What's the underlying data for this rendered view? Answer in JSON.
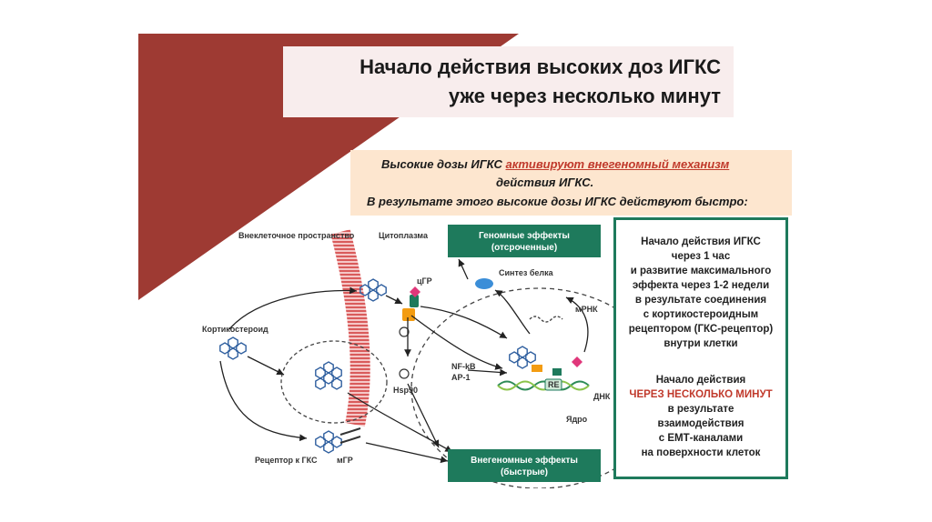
{
  "title": {
    "line1": "Начало действия высоких доз ИГКС",
    "line2": "уже через несколько минут"
  },
  "subtitle": {
    "line1_before": "Высокие дозы ИГКС ",
    "line1_accent": "активируют внегеномный механизм",
    "line2": "действия ИГКС.",
    "line3": "В результате этого высокие дозы ИГКС действуют быстро:"
  },
  "diagram": {
    "label_extracellular": "Внеклеточное пространство",
    "label_cytoplasm": "Цитоплазма",
    "label_corticosteroid": "Кортикостероид",
    "label_receptor": "Рецептор к ГКС",
    "label_mgr": "мГР",
    "label_cgr": "цГР",
    "label_hsp90": "Hsp90",
    "label_protein_synthesis": "Синтез белка",
    "label_mrna": "мРНК",
    "label_nfkb": "NF-kB",
    "label_ap1": "AP-1",
    "label_dna": "ДНК",
    "label_nucleus": "Ядро",
    "label_re": "RE",
    "genomic_line1": "Геномные эффекты",
    "genomic_line2": "(отсроченные)",
    "nongenomic_line1": "Внегеномные эффекты",
    "nongenomic_line2": "(быстрые)"
  },
  "right_box": {
    "block1": [
      "Начало действия ИГКС",
      "через 1 час",
      "и развитие максимального",
      "эффекта через 1-2 недели",
      "в результате соединения",
      "с кортикостероидным",
      "рецептором (ГКС-рецептор)",
      "внутри клетки"
    ],
    "block2_heading": "Начало действия",
    "block2_accent": "ЧЕРЕЗ НЕСКОЛЬКО МИНУТ",
    "block2": [
      "в результате",
      "взаимодействия",
      "с ЕМТ-каналами",
      "на поверхности клеток"
    ]
  },
  "colors": {
    "maroon": "#9e3a33",
    "title_bg": "#f8eded",
    "subtitle_bg": "#fde6cf",
    "accent_red": "#c0392b",
    "green": "#1e7a5c"
  }
}
